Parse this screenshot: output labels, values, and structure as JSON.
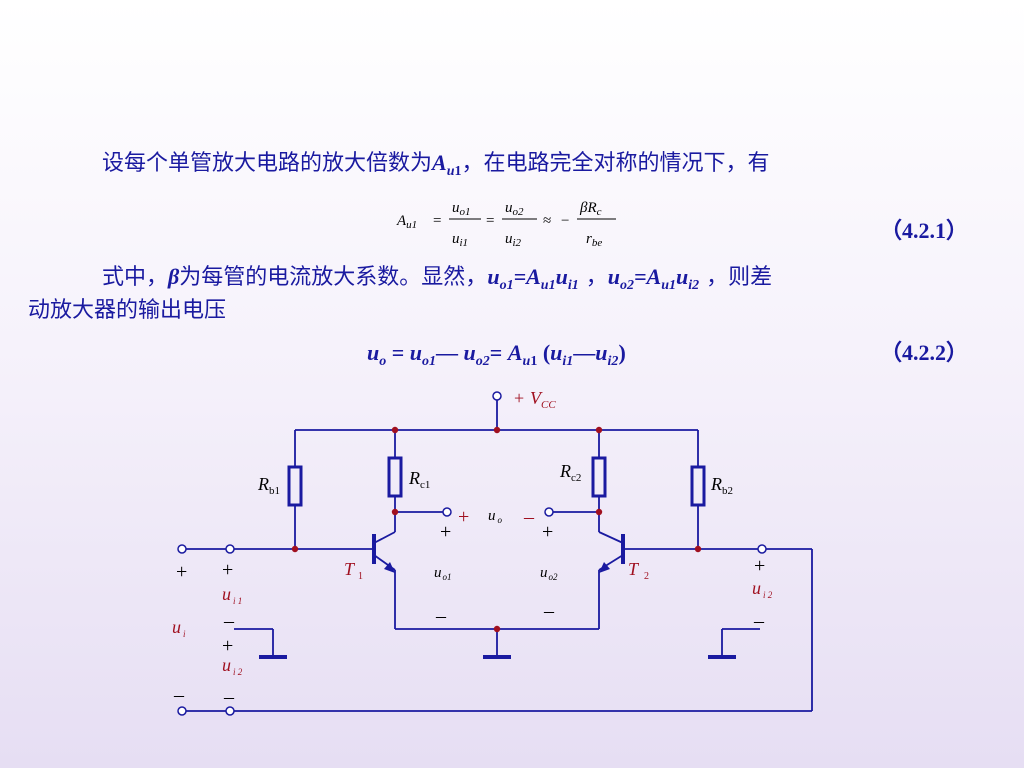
{
  "paragraph1": {
    "lead": "设每个单管放大电路的放大倍数为",
    "symbol": "A",
    "symbol_sub": "u",
    "symbol_sub2": "1",
    "tail": "，在电路完全对称的情况下，有"
  },
  "eq1": {
    "lhs": "A",
    "lhs_sub": "u1",
    "num1": "u",
    "num1_sub": "o1",
    "den1": "u",
    "den1_sub": "i1",
    "num2": "u",
    "num2_sub": "o2",
    "den2": "u",
    "den2_sub": "i2",
    "eq_sign": "=",
    "approx_sign": "≈",
    "minus": "−",
    "num3_beta": "β",
    "num3": "R",
    "num3_sub": "c",
    "den3": "r",
    "den3_sub": "be",
    "number": "（4.2.1）"
  },
  "paragraph2": {
    "line1_a": "式中，",
    "beta": "β",
    "line1_b": "为每管的电流放大系数。显然，",
    "t1": "u",
    "t1_sub": "o1",
    "t2": "=A",
    "t2_sub": "u1",
    "t3": "u",
    "t3_sub": "i1",
    "comma1": " ，",
    "t4": "u",
    "t4_sub": "o2",
    "t5": "=A",
    "t5_sub": "u1",
    "t6": "u",
    "t6_sub": "i2",
    "line1_c": " ，则差",
    "line2": "动放大器的输出电压"
  },
  "eq2": {
    "a": "u",
    "a_sub": "o",
    "b": " = ",
    "c": "u",
    "c_sub": "o1",
    "d": "— ",
    "e": "u",
    "e_sub": "o2",
    "f": "= ",
    "g": "A",
    "g_sub": "u",
    "g_sub2": "1",
    "h": " (",
    "i": "u",
    "i_sub": "i1",
    "j": "—",
    "k": "u",
    "k_sub": "i2",
    "l": ")",
    "number": "（4.2.2）"
  },
  "circuit": {
    "vcc_plus": "+",
    "vcc": "V",
    "vcc_sub": "CC",
    "rb1": "R",
    "rb1_sub": "b1",
    "rc1": "R",
    "rc1_sub": "c1",
    "rc2": "R",
    "rc2_sub": "c2",
    "rb2": "R",
    "rb2_sub": "b2",
    "t1": "T",
    "t1_sub": "1",
    "t2": "T",
    "t2_sub": "2",
    "uo": "u",
    "uo_sub": "o",
    "uo1": "u",
    "uo1_sub": "o1",
    "uo2": "u",
    "uo2_sub": "o2",
    "ui": "u",
    "ui_sub": "i",
    "ui1": "u",
    "ui1_sub": "i 1",
    "ui2": "u",
    "ui2_sub": "i 2",
    "ui2r": "u",
    "ui2r_sub": "i 2",
    "plus": "+",
    "minus": "–"
  },
  "colors": {
    "text": "#1a1aa0",
    "wire": "#1a1aa0",
    "node": "#a01020",
    "red_label": "#a01020"
  }
}
